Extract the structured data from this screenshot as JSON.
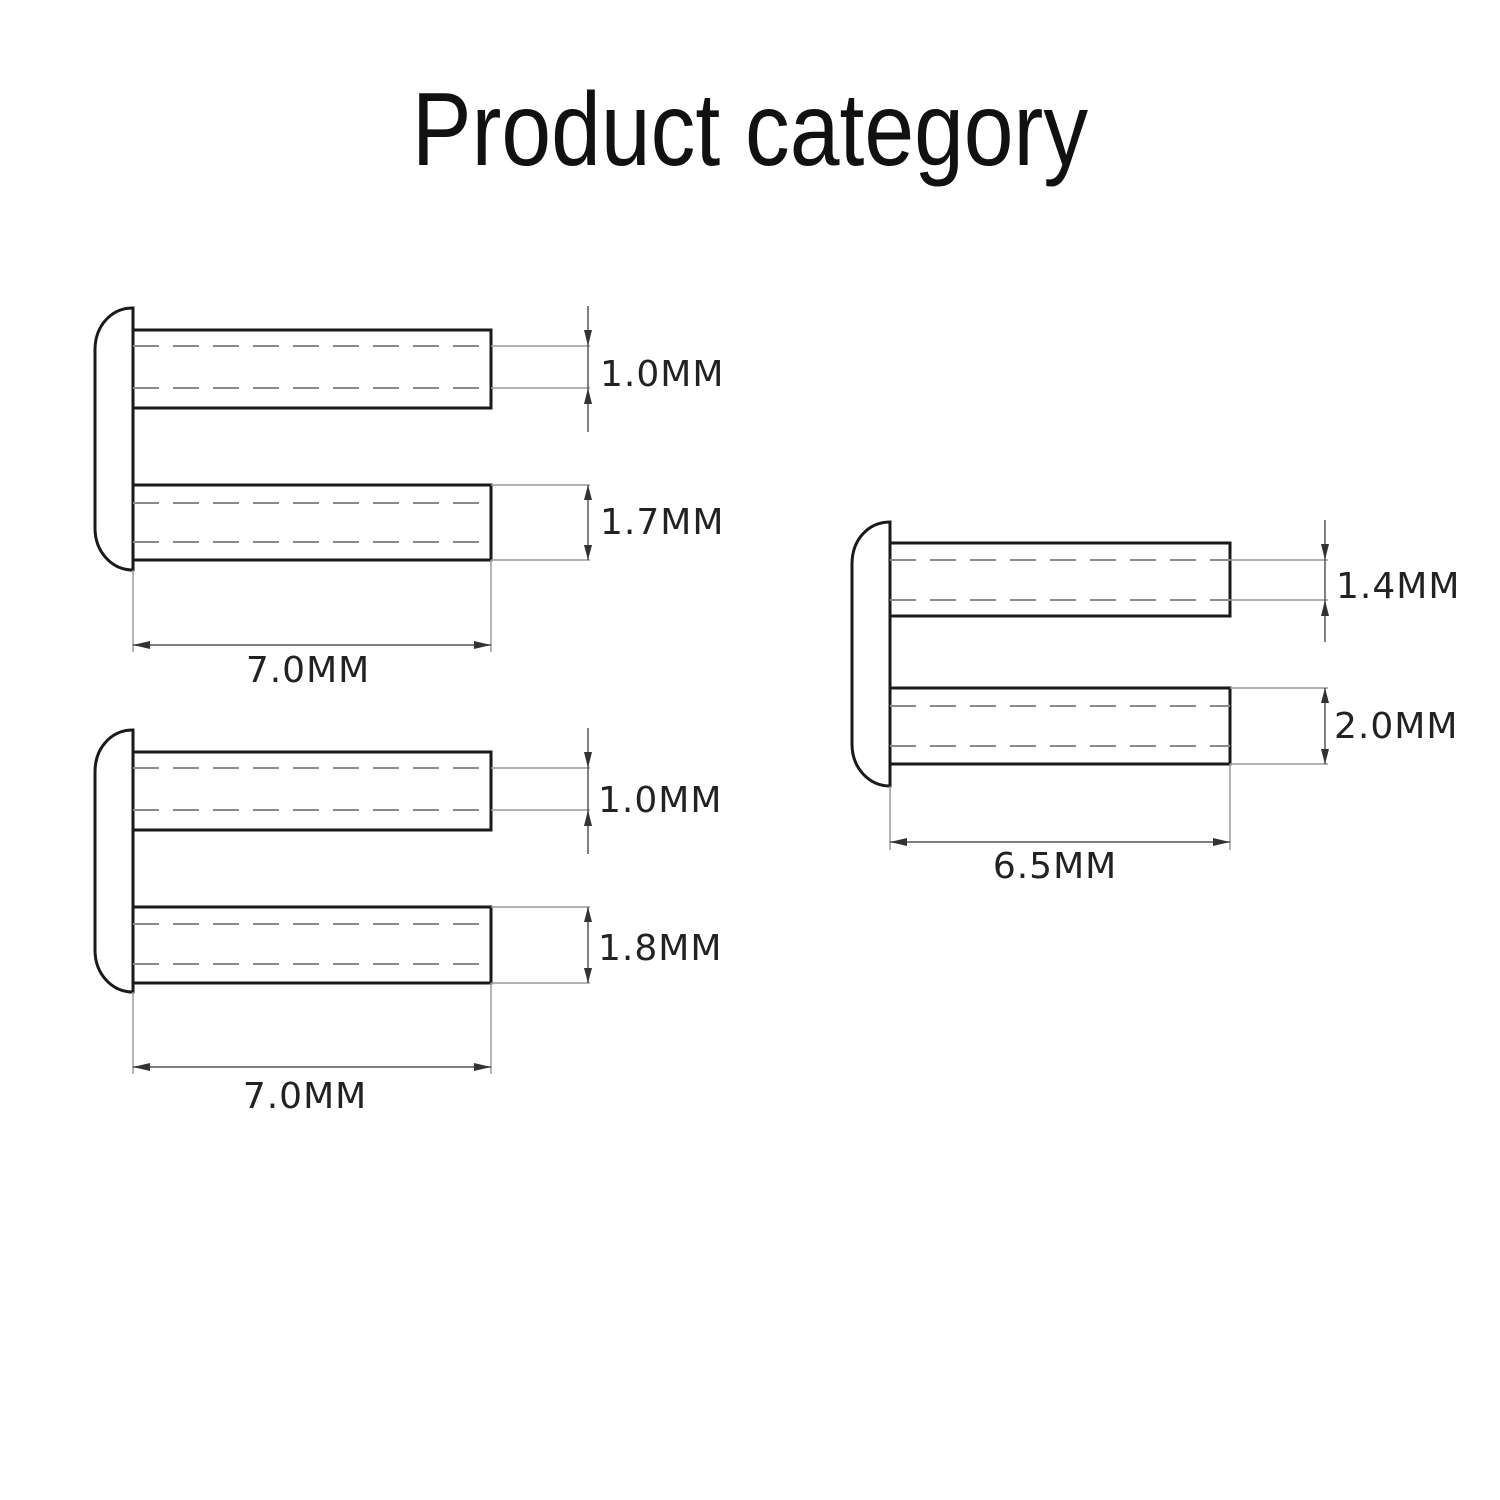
{
  "title": "Product category",
  "groups": [
    {
      "id": "left-top",
      "pins": [
        {
          "diameter_label": "1.0MM"
        },
        {
          "diameter_label": "1.7MM"
        }
      ],
      "length_label": "7.0MM"
    },
    {
      "id": "left-bottom",
      "pins": [
        {
          "diameter_label": "1.0MM"
        },
        {
          "diameter_label": "1.8MM"
        }
      ],
      "length_label": "7.0MM"
    },
    {
      "id": "right",
      "pins": [
        {
          "diameter_label": "1.4MM"
        },
        {
          "diameter_label": "2.0MM"
        }
      ],
      "length_label": "6.5MM"
    }
  ]
}
